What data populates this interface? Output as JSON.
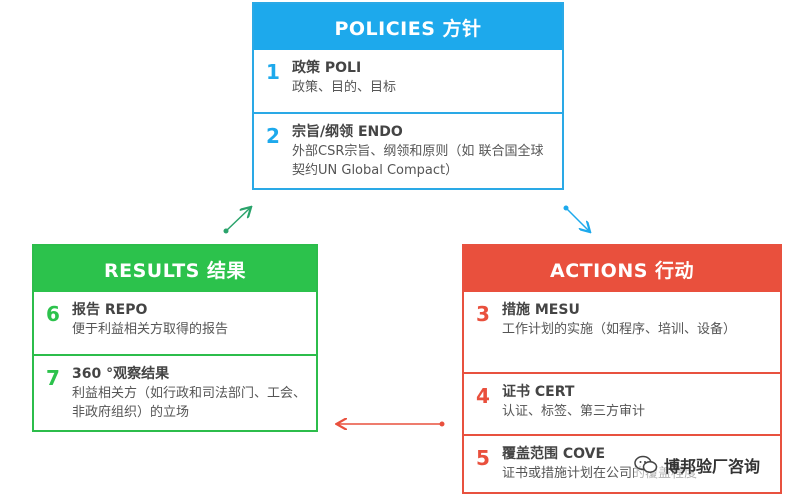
{
  "policies": {
    "header": "POLICIES 方针",
    "items": [
      {
        "num": "1",
        "title": "政策 POLI",
        "desc": "政策、目的、目标"
      },
      {
        "num": "2",
        "title": "宗旨/纲领 ENDO",
        "desc": "外部CSR宗旨、纲领和原则（如 联合国全球契约UN Global Compact）"
      }
    ]
  },
  "results": {
    "header": "RESULTS 结果",
    "items": [
      {
        "num": "6",
        "title": "报告 REPO",
        "desc": "便于利益相关方取得的报告"
      },
      {
        "num": "7",
        "title": "360 °观察结果",
        "desc": "利益相关方（如行政和司法部门、工会、非政府组织）的立场"
      }
    ]
  },
  "actions": {
    "header": "ACTIONS 行动",
    "items": [
      {
        "num": "3",
        "title": "措施 MESU",
        "desc": "工作计划的实施（如程序、培训、设备）"
      },
      {
        "num": "4",
        "title": "证书 CERT",
        "desc": "认证、标签、第三方审计"
      },
      {
        "num": "5",
        "title": "覆盖范围 COVE",
        "desc": "证书或措施计划在公司的覆盖程度"
      }
    ]
  },
  "watermark": {
    "text": "博邦验厂咨询",
    "icon": "wechat-icon"
  },
  "colors": {
    "policies": "#1da9ec",
    "results": "#2cc24c",
    "actions": "#e9503d",
    "arrow_blue": "#1da9ec",
    "arrow_green": "#2aa36b",
    "arrow_red": "#e9503d"
  }
}
